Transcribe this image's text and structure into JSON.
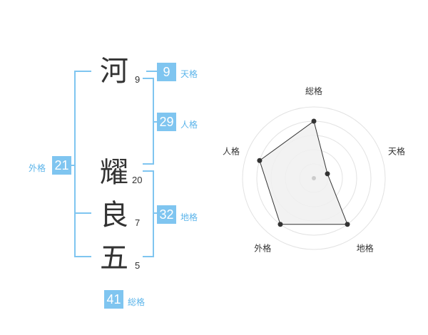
{
  "name_chars": [
    {
      "char": "河",
      "strokes": "9"
    },
    {
      "char": "耀",
      "strokes": "20"
    },
    {
      "char": "良",
      "strokes": "7"
    },
    {
      "char": "五",
      "strokes": "5"
    }
  ],
  "kaku": {
    "tenkaku": {
      "value": "9",
      "label": "天格"
    },
    "jinkaku": {
      "value": "29",
      "label": "人格"
    },
    "chikaku": {
      "value": "32",
      "label": "地格"
    },
    "gaikaku": {
      "value": "21",
      "label": "外格"
    },
    "soukaku": {
      "value": "41",
      "label": "総格"
    }
  },
  "chart_data": {
    "type": "radar",
    "axes": [
      "総格",
      "天格",
      "地格",
      "外格",
      "人格"
    ],
    "values": [
      4,
      1,
      4,
      4,
      4
    ],
    "rmax": 5,
    "rings": 5,
    "fill_color": "#f0f0f0",
    "line_color": "#333333"
  }
}
